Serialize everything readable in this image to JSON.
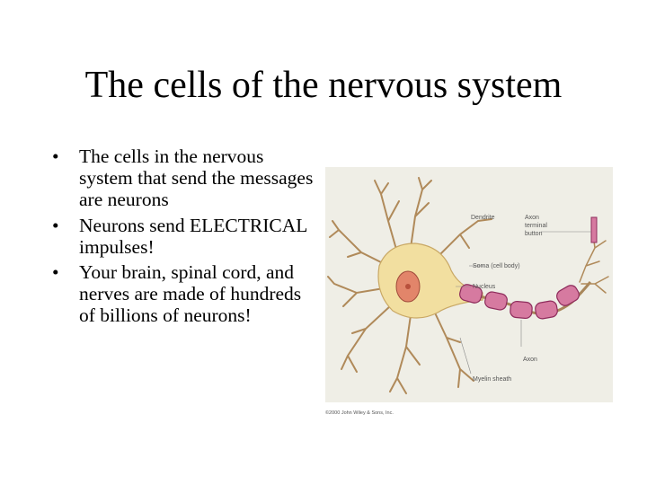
{
  "slide": {
    "title": "The cells of the nervous system",
    "bullet_glyph": "•",
    "bullets": [
      "The cells in the nervous system that send the messages are neurons",
      "Neurons send ELECTRICAL impulses!",
      "Your brain, spinal cord, and nerves are made of hundreds of billions of neurons!"
    ]
  },
  "figure": {
    "labels": {
      "dendrite": "Dendrite",
      "axon_terminal_1": "Axon",
      "axon_terminal_2": "terminal",
      "axon_terminal_3": "button",
      "soma": "Soma (cell body)",
      "nucleus": "Nucleus",
      "axon": "Axon",
      "myelin": "Myelin sheath"
    },
    "credit": "©2000 John Wiley & Sons, Inc.",
    "colors": {
      "background": "#efeee6",
      "cell_body": "#f2dfa0",
      "nucleus": "#e2856a",
      "myelin": "#d67aa0",
      "axon": "#a8865a"
    }
  }
}
